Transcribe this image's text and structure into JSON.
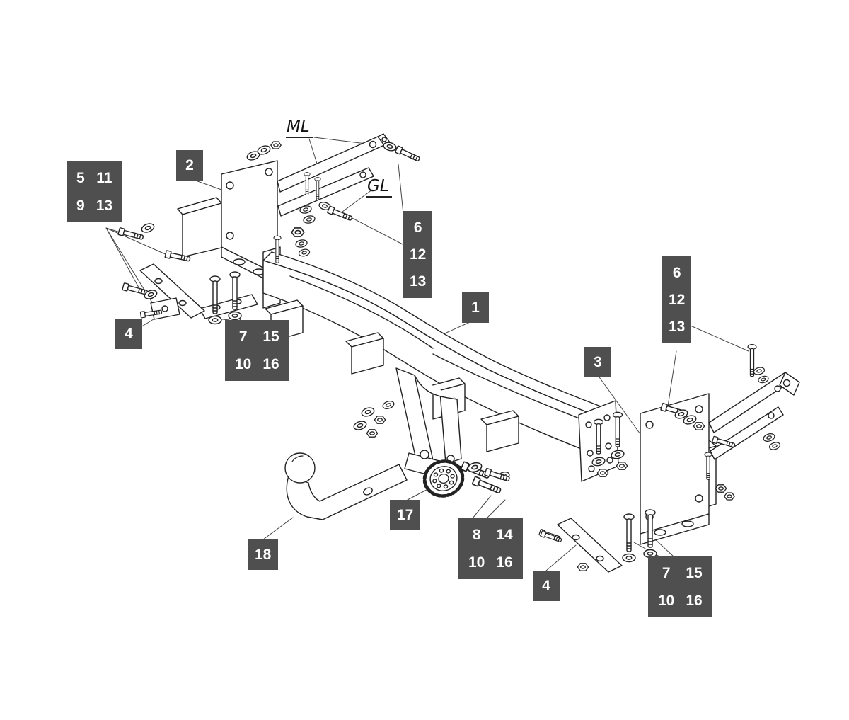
{
  "page": {
    "background": "#ffffff"
  },
  "palette": {
    "label_bg": "#4f4f4f",
    "label_fg": "#ffffff",
    "line": "#222222"
  },
  "annotations": {
    "ml": "ML",
    "gl": "GL"
  },
  "callouts": {
    "left_bracket": {
      "cells": [
        "2"
      ]
    },
    "left_fasteners": {
      "cells": [
        "5",
        "11",
        "9",
        "13"
      ]
    },
    "left_plate": {
      "cells": [
        "4"
      ]
    },
    "left_bolts": {
      "cells": [
        "7",
        "15",
        "10",
        "16"
      ]
    },
    "mid_left_hardware": {
      "cells": [
        "6",
        "12",
        "13"
      ]
    },
    "crossbeam": {
      "cells": [
        "1"
      ]
    },
    "right_bracket": {
      "cells": [
        "3"
      ]
    },
    "right_hardware": {
      "cells": [
        "6",
        "12",
        "13"
      ]
    },
    "toothed_washer": {
      "cells": [
        "17"
      ]
    },
    "towball": {
      "cells": [
        "18"
      ]
    },
    "center_bolts": {
      "cells": [
        "8",
        "14",
        "10",
        "16"
      ]
    },
    "right_plate": {
      "cells": [
        "4"
      ]
    },
    "right_bolts": {
      "cells": [
        "7",
        "15",
        "10",
        "16"
      ]
    }
  }
}
